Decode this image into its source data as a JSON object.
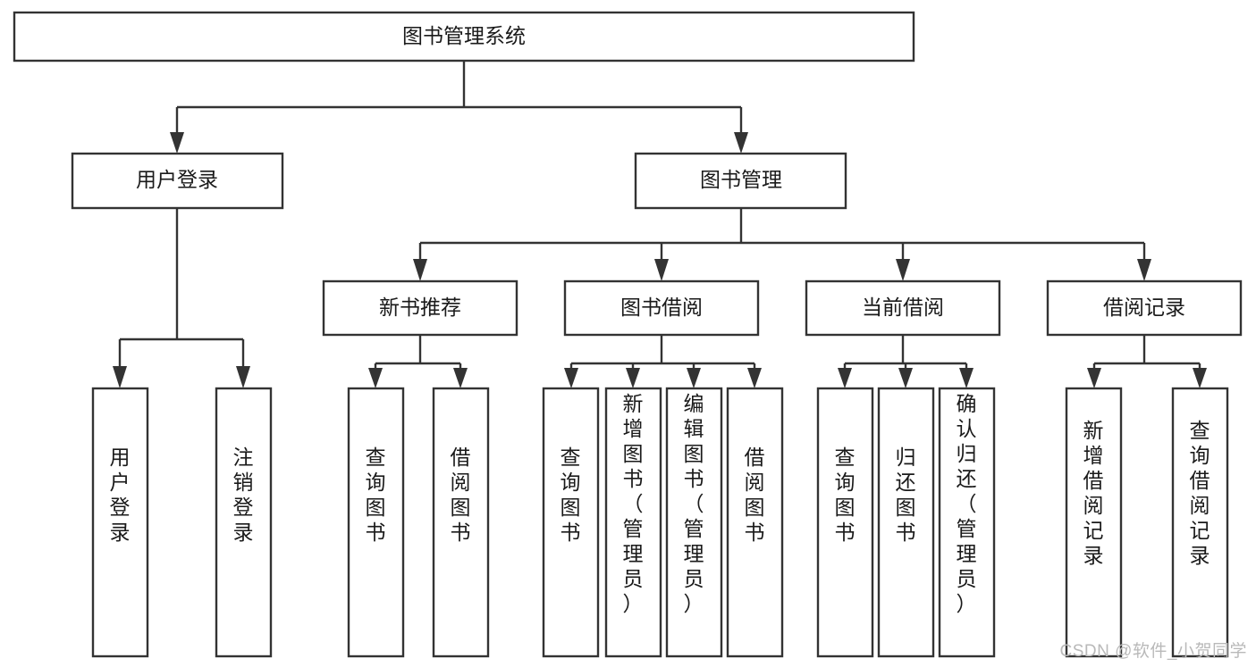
{
  "diagram": {
    "type": "tree",
    "title": "图书管理系统",
    "root": {
      "id": "root",
      "label": "图书管理系统",
      "level": 0
    },
    "level1": [
      {
        "id": "user-login",
        "label": "用户登录"
      },
      {
        "id": "book-manage",
        "label": "图书管理"
      }
    ],
    "level2": [
      {
        "id": "new-book-rec",
        "label": "新书推荐",
        "parent": "book-manage"
      },
      {
        "id": "book-borrow",
        "label": "图书借阅",
        "parent": "book-manage"
      },
      {
        "id": "current-borrow",
        "label": "当前借阅",
        "parent": "book-manage"
      },
      {
        "id": "borrow-record",
        "label": "借阅记录",
        "parent": "book-manage"
      }
    ],
    "leaves": [
      {
        "id": "leaf-user-login",
        "label": "用户登录",
        "parent": "user-login"
      },
      {
        "id": "leaf-logout",
        "label": "注销登录",
        "parent": "user-login"
      },
      {
        "id": "leaf-query-book-1",
        "label": "查询图书",
        "parent": "new-book-rec"
      },
      {
        "id": "leaf-borrow-book-1",
        "label": "借阅图书",
        "parent": "new-book-rec"
      },
      {
        "id": "leaf-query-book-2",
        "label": "查询图书",
        "parent": "book-borrow"
      },
      {
        "id": "leaf-add-book",
        "label": "新增图书（管理员）",
        "parent": "book-borrow"
      },
      {
        "id": "leaf-edit-book",
        "label": "编辑图书（管理员）",
        "parent": "book-borrow"
      },
      {
        "id": "leaf-borrow-book-2",
        "label": "借阅图书",
        "parent": "book-borrow"
      },
      {
        "id": "leaf-query-book-3",
        "label": "查询图书",
        "parent": "current-borrow"
      },
      {
        "id": "leaf-return-book",
        "label": "归还图书",
        "parent": "current-borrow"
      },
      {
        "id": "leaf-confirm-return",
        "label": "确认归还（管理员）",
        "parent": "current-borrow"
      },
      {
        "id": "leaf-add-record",
        "label": "新增借阅记录",
        "parent": "borrow-record"
      },
      {
        "id": "leaf-query-record",
        "label": "查询借阅记录",
        "parent": "borrow-record"
      }
    ]
  },
  "watermark": {
    "text": "CSDN @软件_小贺同学"
  },
  "colors": {
    "stroke": "#333333",
    "fill": "#ffffff",
    "text": "#1a1a1a",
    "watermark": "#b9b9b9"
  }
}
